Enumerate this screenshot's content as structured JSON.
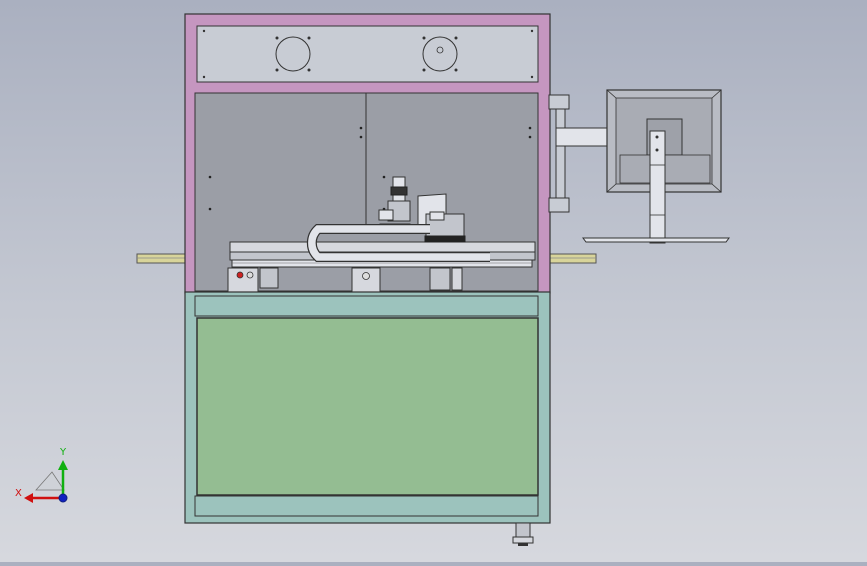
{
  "view": {
    "colors": {
      "background_top": "#aab0c0",
      "background_bottom": "#d6d8de",
      "upper_frame": "#c596c0",
      "lower_frame": "#9cc3bd",
      "front_panel": "#94bd92",
      "cabinet_interior": "#9b9ea6",
      "top_plate": "#c8ccd4",
      "rail": "#d8d49a"
    }
  },
  "triad": {
    "x_label": "X",
    "y_label": "Y",
    "x_color": "#d01010",
    "y_color": "#10b010",
    "z_color": "#1020c0"
  },
  "parts": {
    "upper_frame": "upper-frame-pink",
    "lower_cabinet": "lower-cabinet-teal",
    "monitor": "monitor-icon",
    "linear_stage": "linear-stage",
    "cable_chain": "cable-chain",
    "leveling_foot": "leveling-foot"
  }
}
